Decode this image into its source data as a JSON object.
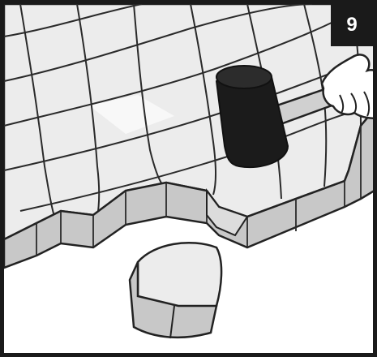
{
  "step": {
    "number": "9"
  },
  "illustration": {
    "icons": [
      "paver-grid",
      "rubber-mallet-icon",
      "gloved-hand-icon",
      "loose-paver-block"
    ],
    "colors": {
      "paver_top": "#ececec",
      "paver_side": "#c8c8c8",
      "mallet_head": "#1b1b1b",
      "handle": "#d0d0d0",
      "outline": "#222222",
      "badge": "#1a1a1a"
    }
  }
}
